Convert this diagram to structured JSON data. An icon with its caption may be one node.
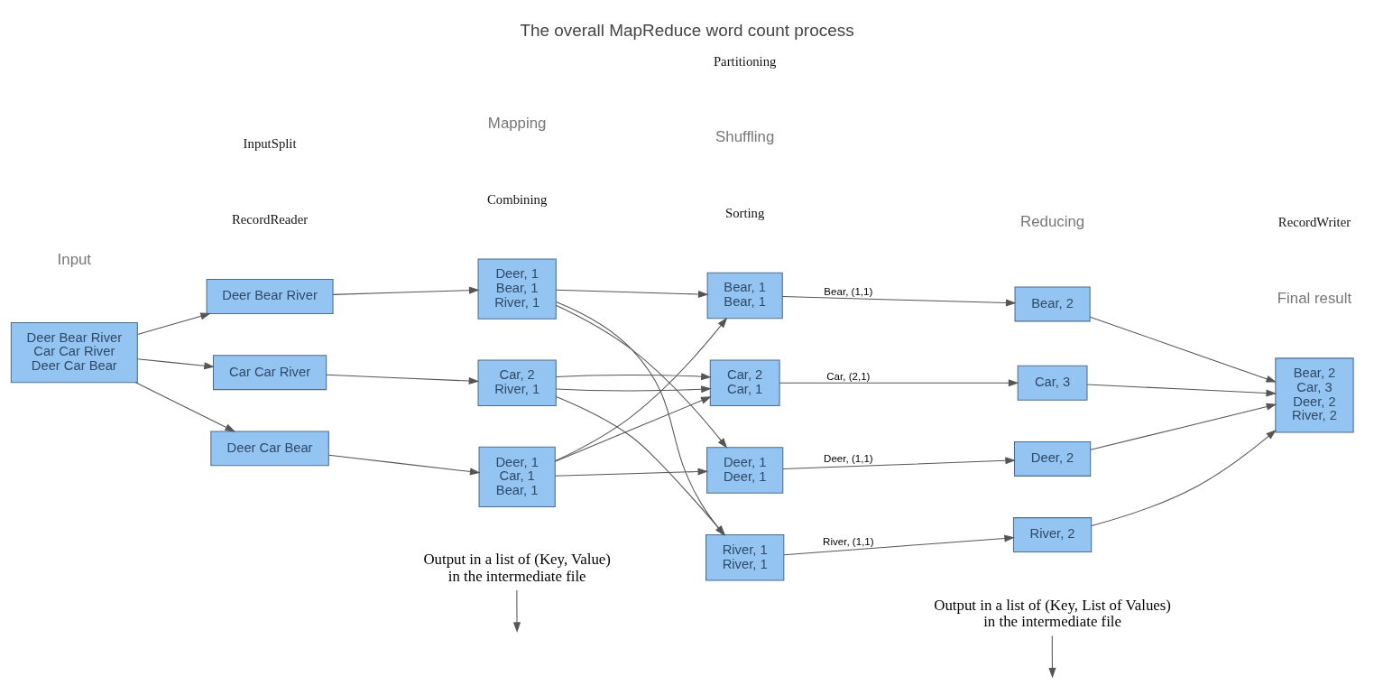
{
  "diagram": {
    "title": "The overall MapReduce word count process",
    "nodes": [
      {
        "text": [
          "Deer Bear River",
          "Car Car River",
          "Deer Car Bear"
        ]
      },
      {
        "text": [
          "Deer Bear River"
        ]
      },
      {
        "text": [
          "Car Car River"
        ]
      },
      {
        "text": [
          "Deer Car Bear"
        ]
      },
      {
        "text": [
          "Deer, 1",
          "Bear, 1",
          "River, 1"
        ]
      },
      {
        "text": [
          "Car, 2",
          "River, 1"
        ]
      },
      {
        "text": [
          "Deer, 1",
          "Car, 1",
          "Bear, 1"
        ]
      },
      {
        "text": [
          "Bear, 1",
          "Bear, 1"
        ]
      },
      {
        "text": [
          "Car, 2",
          "Car, 1"
        ]
      },
      {
        "text": [
          "Deer, 1",
          "Deer, 1"
        ]
      },
      {
        "text": [
          "River, 1",
          "River, 1"
        ]
      },
      {
        "text": [
          "Bear, 2"
        ]
      },
      {
        "text": [
          "Car, 3"
        ]
      },
      {
        "text": [
          "Deer, 2"
        ]
      },
      {
        "text": [
          "River, 2"
        ]
      },
      {
        "text": [
          "Bear, 2",
          "Car, 3",
          "Deer, 2",
          "River, 2"
        ]
      },
      {
        "text": [
          "Output in a list of (Key, Value)",
          "in the intermediate file"
        ]
      },
      {
        "text": [
          "Output in a list of (Key, List of Values)",
          "in the intermediate file"
        ]
      }
    ],
    "edges": [
      {
        "from": 0,
        "to": 1,
        "arrow": "to"
      },
      {
        "from": 0,
        "to": 2,
        "arrow": "to"
      },
      {
        "from": 0,
        "to": 3,
        "arrow": "to"
      },
      {
        "from": 1,
        "to": 4,
        "arrow": "to"
      },
      {
        "from": 2,
        "to": 5,
        "arrow": "to"
      },
      {
        "from": 3,
        "to": 6,
        "arrow": "to"
      },
      {
        "from": 4,
        "to": 7,
        "arrow": "to"
      },
      {
        "from": 4,
        "to": 9,
        "arrow": "to"
      },
      {
        "from": 4,
        "to": 10,
        "arrow": "to"
      },
      {
        "from": 5,
        "to": 8,
        "arrow": "to"
      },
      {
        "from": 5,
        "to": 8,
        "arrow": "to"
      },
      {
        "from": 5,
        "to": 10,
        "arrow": "to"
      },
      {
        "from": 6,
        "to": 7,
        "arrow": "to"
      },
      {
        "from": 6,
        "to": 8,
        "arrow": "to"
      },
      {
        "from": 6,
        "to": 9,
        "arrow": "to"
      },
      {
        "from": 7,
        "to": 11,
        "arrow": "to",
        "label": "Bear, (1,1)"
      },
      {
        "from": 8,
        "to": 12,
        "arrow": "to",
        "label": "Car, (2,1)"
      },
      {
        "from": 9,
        "to": 13,
        "arrow": "to",
        "label": "Deer, (1,1)"
      },
      {
        "from": 10,
        "to": 14,
        "arrow": "to",
        "label": "River, (1,1)"
      },
      {
        "from": 11,
        "to": 15,
        "arrow": "to"
      },
      {
        "from": 12,
        "to": 15,
        "arrow": "to"
      },
      {
        "from": 13,
        "to": 15,
        "arrow": "to"
      },
      {
        "from": 14,
        "to": 15,
        "arrow": "to"
      },
      {
        "from": 16,
        "to": null,
        "arrow": "to"
      },
      {
        "from": 17,
        "to": null,
        "arrow": "to"
      }
    ],
    "labels": [
      "Input",
      "InputSplit",
      "RecordReader",
      "Mapping",
      "Combining",
      "Partitioning",
      "Shuffling",
      "Sorting",
      "Reducing",
      "RecordWriter",
      "Final result"
    ]
  }
}
